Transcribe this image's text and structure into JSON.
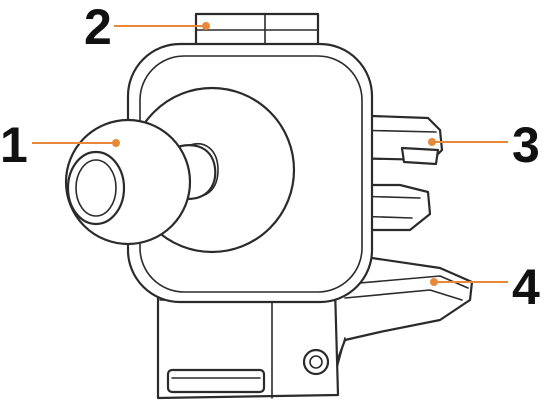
{
  "callouts": [
    {
      "number": "1"
    },
    {
      "number": "2"
    },
    {
      "number": "3"
    },
    {
      "number": "4"
    }
  ],
  "accent_color": "#e8893a",
  "outline_color": "#2b2b2b",
  "parts": [
    "ball-joint",
    "top-release-button",
    "vent-clip-upper-arm",
    "vent-clip-lower-arm",
    "square-housing",
    "base-body"
  ]
}
